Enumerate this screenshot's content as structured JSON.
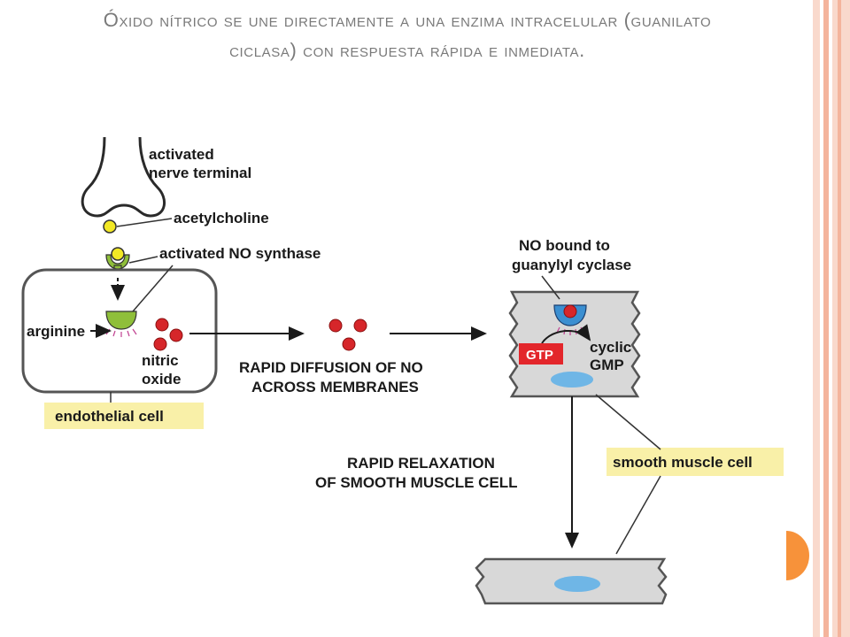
{
  "slide": {
    "title": "Óxido nítrico se une directamente a una enzima intracelular (guanilato ciclasa) con respuesta rápida e inmediata."
  },
  "diagram": {
    "activated_nerve_terminal": [
      "activated",
      "nerve terminal"
    ],
    "acetylcholine": "acetylcholine",
    "activated_no_synthase": "activated NO synthase",
    "arginine": "arginine",
    "nitric_oxide": [
      "nitric",
      "oxide"
    ],
    "endothelial_cell": "endothelial cell",
    "rapid_diffusion": [
      "RAPID DIFFUSION OF NO",
      "ACROSS MEMBRANES"
    ],
    "no_bound": [
      "NO bound to",
      "guanylyl cyclase"
    ],
    "gtp": "GTP",
    "cyclic_gmp": [
      "cyclic",
      "GMP"
    ],
    "rapid_relaxation": [
      "RAPID RELAXATION",
      "OF SMOOTH MUSCLE CELL"
    ],
    "smooth_muscle_cell": "smooth muscle cell"
  },
  "colors": {
    "stripe_light": "#f9d9cc",
    "stripe_mid": "#f4b49c",
    "accent_orange": "#f7923a",
    "title_gray": "#7a7a7a",
    "label_highlight": "#f9f0a8",
    "cell_fill": "#d8d8d8",
    "no_red": "#d6262a",
    "acetylcholine_yellow": "#f2e825",
    "enzyme_green": "#8fbf3a",
    "cyclase_blue": "#3b8fd1",
    "gtp_red": "#e3262b",
    "nucleus_blue": "#6fb6e6"
  }
}
